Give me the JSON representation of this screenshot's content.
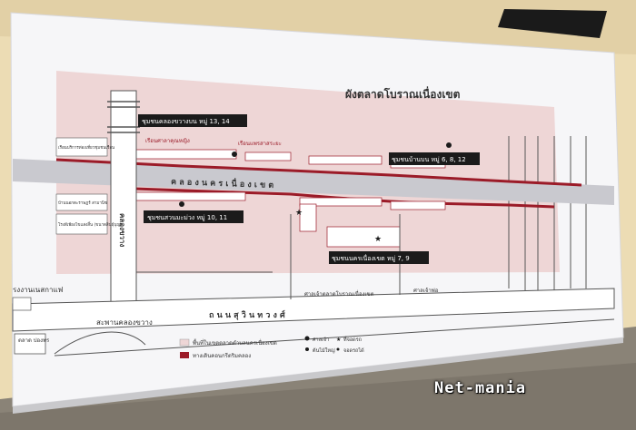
{
  "map": {
    "title": "ผังตลาดโบราณเนื่องเขต",
    "canal_name": "ค ล อ ง น ค ร เ นื่ อ ง เ ข ต",
    "road_name": "ถ น น สุ วิ น ท ว ง ศ์",
    "bridge_label": "สะพานคลองขวาง",
    "side_canal_label": "คลองขวาง",
    "communities": [
      "ชุมชนคลองขวางบน หมู่ 13, 14",
      "ชุมชนสวนมะม่วง หมู่ 10, 11",
      "ชุมชนบ้านบน หมู่ 6, 8, 12",
      "ชุมชนนครเนื่องเขต หมู่ 7, 9"
    ],
    "left_places": [
      "เรือนบริการท่องเที่ยวชุมชนเรือน",
      "บ้านนอกตะราษฏร์ สามานิช",
      "โรงสีเพียงไขแสงสิ้น (ขนาดสินธุ์บุญ)"
    ],
    "front_places": [
      "เรือนศาลาคุณหญิง",
      "เรือนแพรสาสระยะ"
    ],
    "bottom_places": [
      "ศาลเจ้าตลาดโบราณเนื่องเขต",
      "ศาลเจ้าพ่อ"
    ],
    "lower_left_label": "รงงานเนสกาแฟ",
    "corner_label": "ตลาด ปองพร",
    "legend": {
      "items": [
        {
          "label": "พื้นที่ในเขตตลาดตำบลนครเนื่องเขต",
          "color": "#eed6d6"
        },
        {
          "label": "ทางเดินคอนกรีตริมคลอง",
          "color": "#9b1b28"
        }
      ],
      "markers": [
        "ศาลเจ้า",
        "ที่จอดรถ",
        "ต้นไม้ใหญ่",
        "จอดรถได้"
      ]
    }
  },
  "photo": {
    "watermark": "Net-mania",
    "colors": {
      "wall": "#ecdcb4",
      "floor": "#8a8377",
      "board": "#f6f6f8",
      "zone": "#eed6d6",
      "walkway": "#9b1b28"
    }
  }
}
